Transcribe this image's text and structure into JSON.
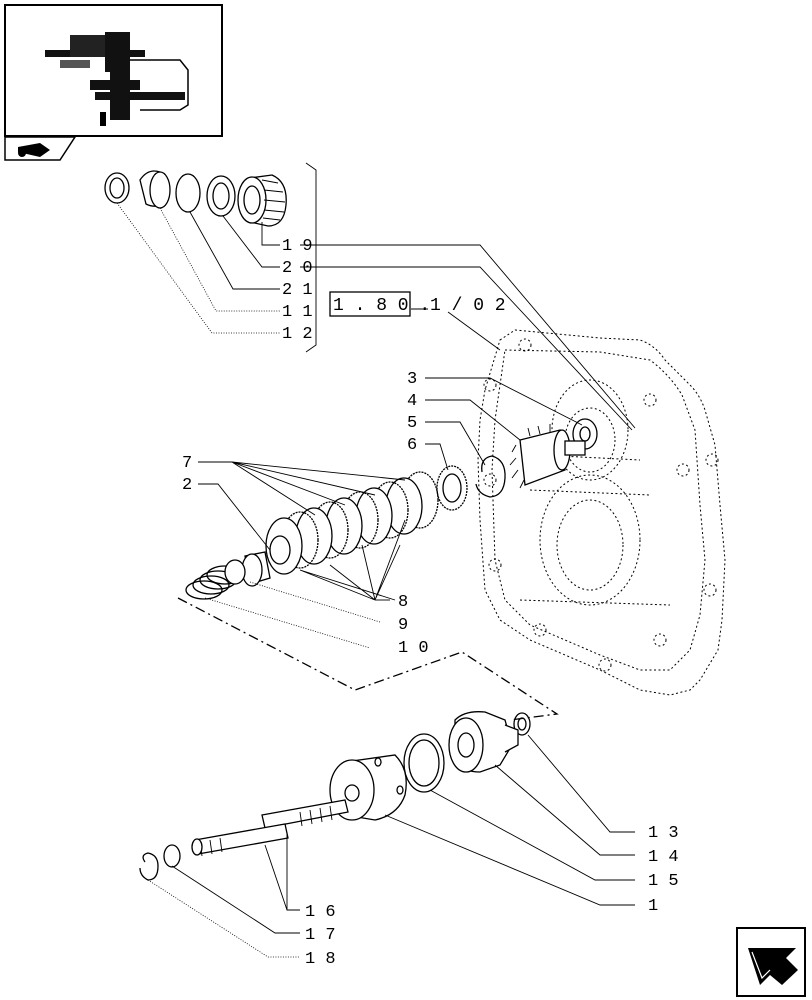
{
  "thumbnail": {
    "icon": "assembly-locator-thumbnail"
  },
  "nav": {
    "prev_icon": "tractor-prev-icon",
    "next_icon": "arrow-next-icon"
  },
  "reference": {
    "box_text": "1 . 8 0 .",
    "suffix_text": "1 / 0 2"
  },
  "callouts": {
    "c19": "1 9",
    "c20": "2 0",
    "c21": "2 1",
    "c11": "1 1",
    "c12": "1 2",
    "c3": "3",
    "c4": "4",
    "c5": "5",
    "c6": "6",
    "c7": "7",
    "c2": "2",
    "c8": "8",
    "c9": "9",
    "c10": "1 0",
    "c13": "1 3",
    "c14": "1 4",
    "c15": "1 5",
    "c1": "1",
    "c16": "1 6",
    "c17": "1 7",
    "c18": "1 8"
  }
}
